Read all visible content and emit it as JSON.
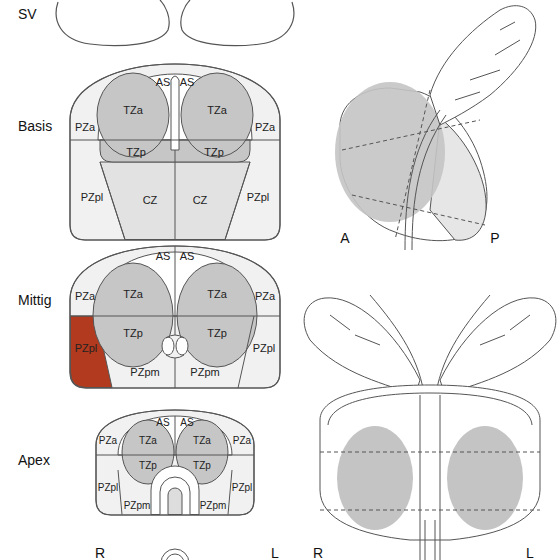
{
  "diagram": {
    "nodes": [
      {
        "text": [
          "SV"
        ]
      },
      {
        "text": [
          "Basis"
        ]
      },
      {
        "text": [
          "Mittig"
        ]
      },
      {
        "text": [
          "Apex"
        ]
      }
    ],
    "labels": [
      "AS",
      "AS",
      "TZa",
      "TZa",
      "PZa",
      "PZa",
      "TZp",
      "TZp",
      "PZpl",
      "CZ",
      "CZ",
      "PZpl",
      "A",
      "P",
      "AS",
      "AS",
      "PZa",
      "TZa",
      "TZa",
      "PZa",
      "TZp",
      "TZp",
      "PZpl",
      "PZpl",
      "PZpm",
      "PZpm",
      "AS",
      "AS",
      "PZa",
      "TZa",
      "TZa",
      "PZa",
      "TZp",
      "TZp",
      "PZpl",
      "PZpl",
      "PZpm",
      "PZpm",
      "R",
      "L",
      "R",
      "L"
    ]
  }
}
